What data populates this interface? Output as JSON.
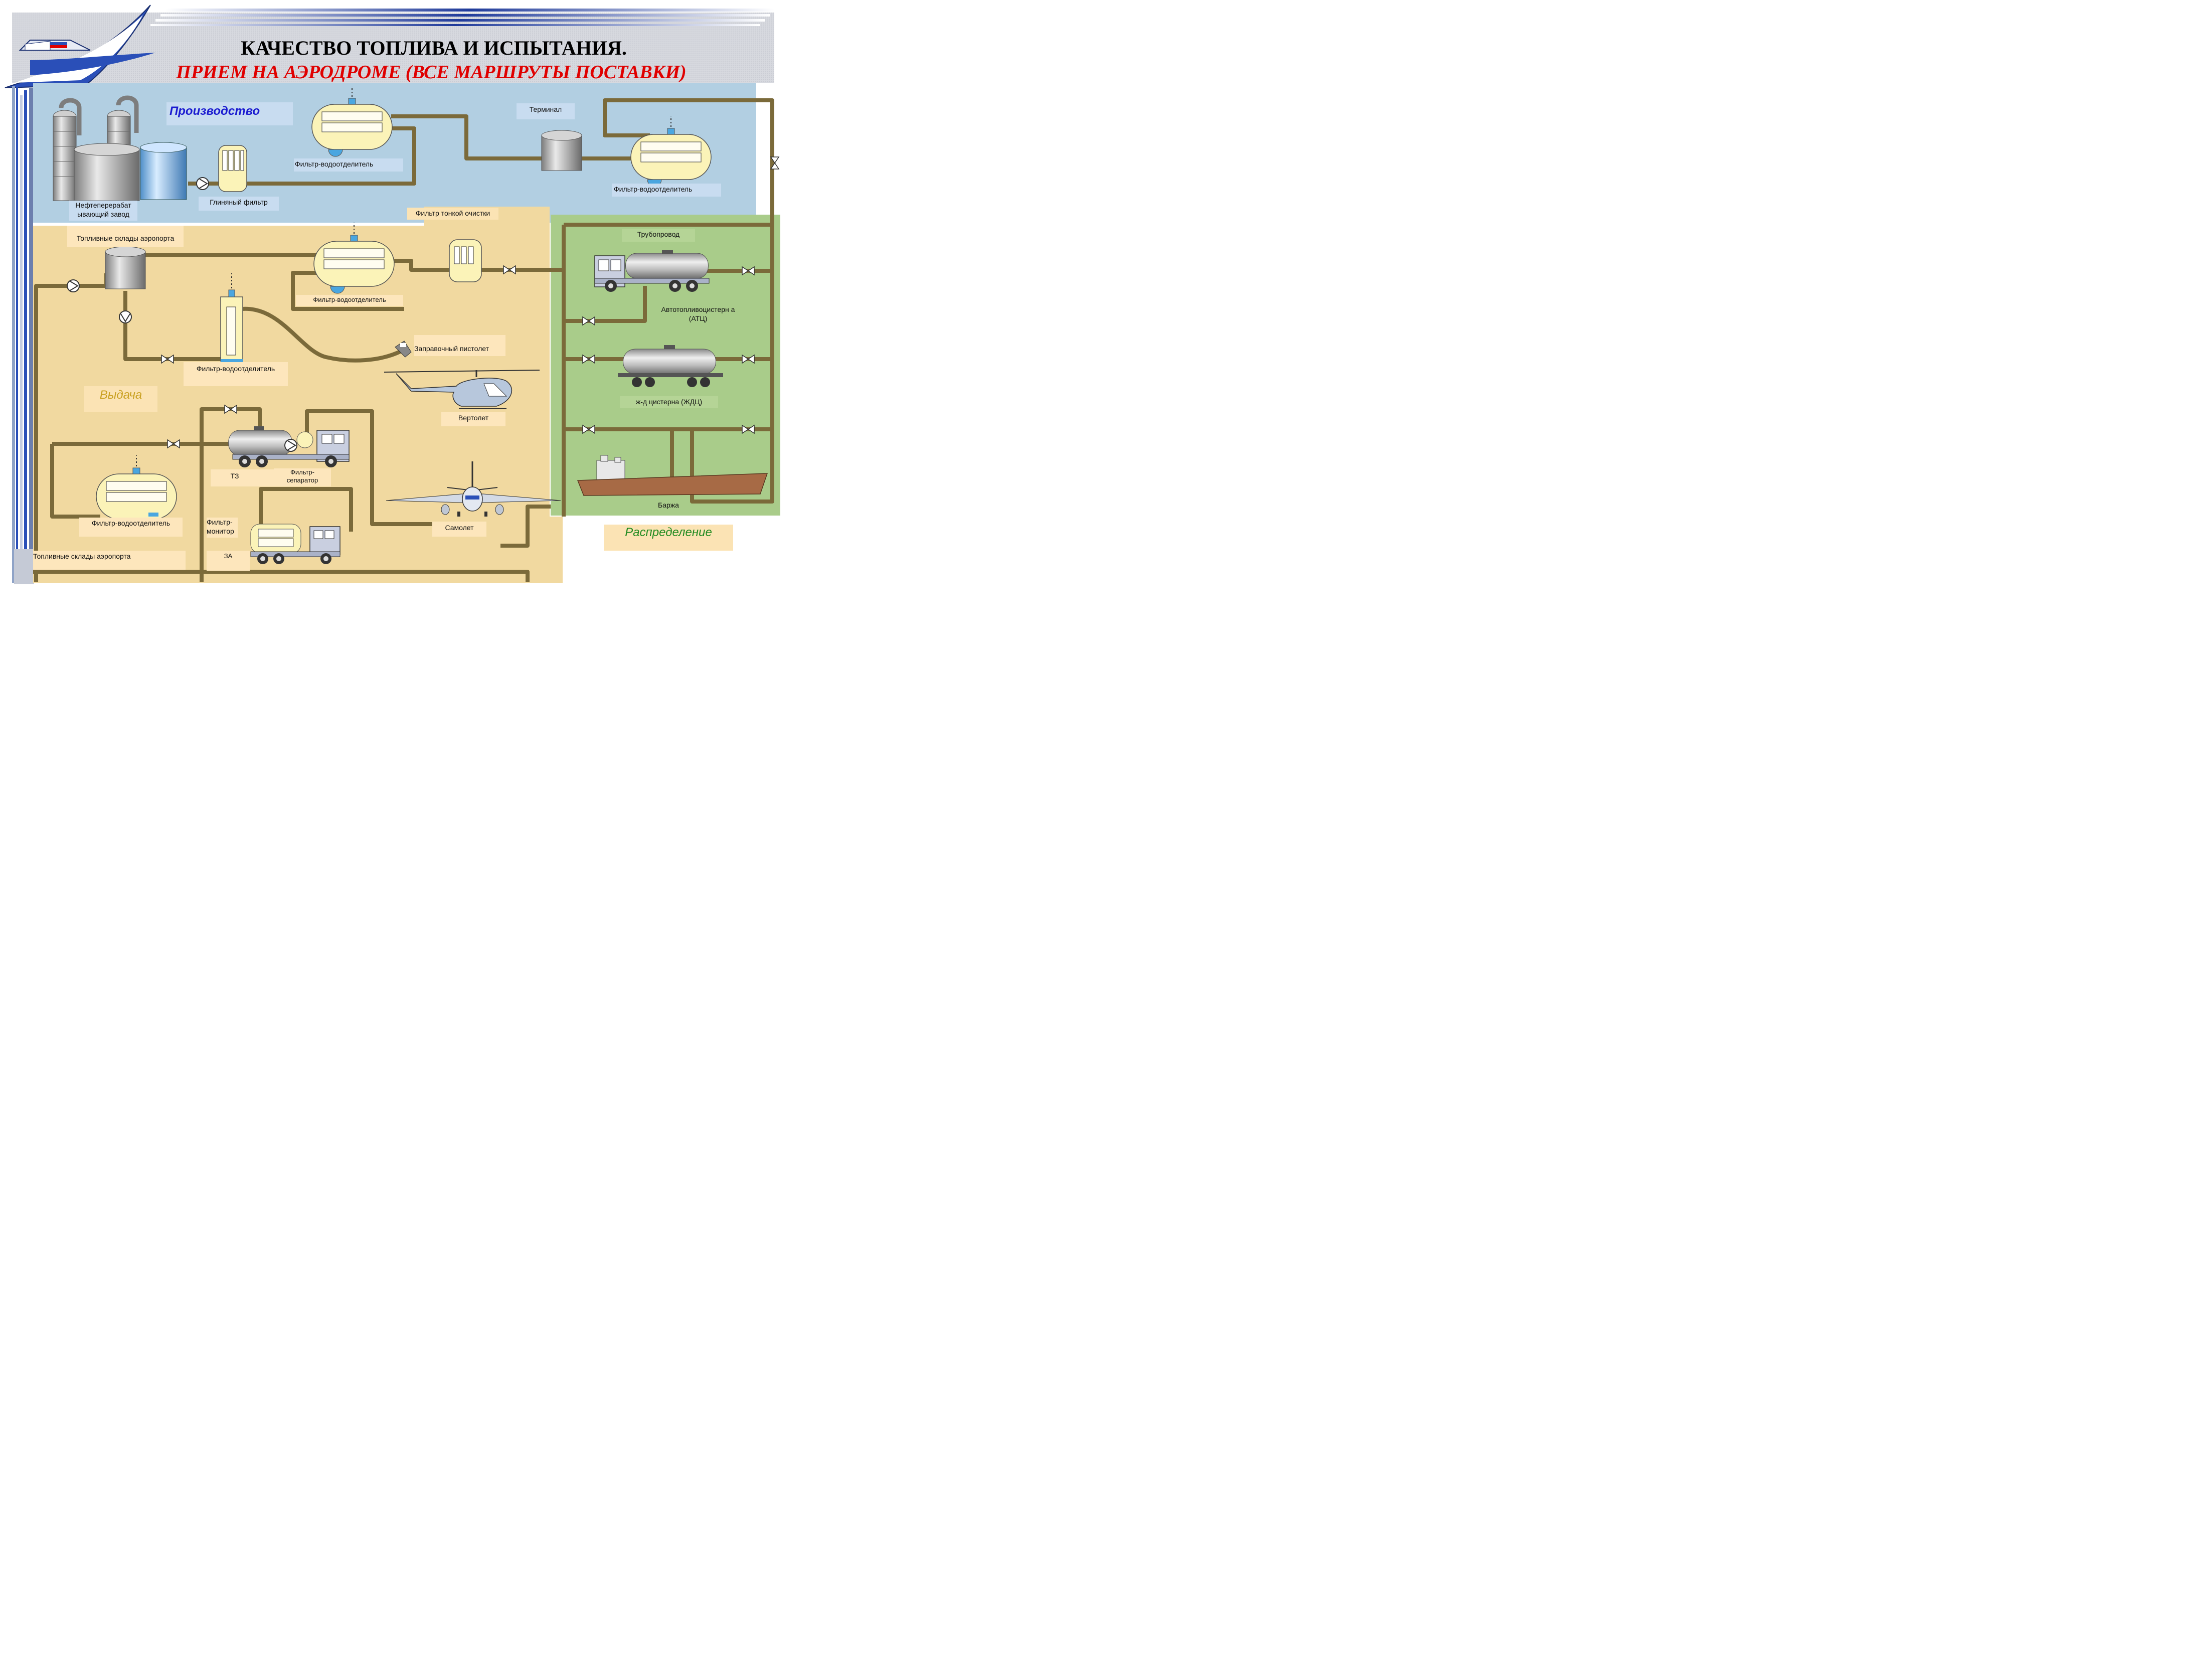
{
  "header": {
    "title": "КАЧЕСТВО ТОПЛИВА И ИСПЫТАНИЯ.",
    "subtitle": "ПРИЕМ НА АЭРОДРОМЕ (ВСЕ МАРШРУТЫ ПОСТАВКИ)",
    "accent_color": "#e00000"
  },
  "sections": {
    "production": "Производство",
    "dispensing": "Выдача",
    "distribution": "Распределение"
  },
  "section_colors": {
    "production": "#b2cfe2",
    "dispensing": "#f1d9a0",
    "distribution": "#a9cc8a"
  },
  "labels": {
    "refinery": "Нефтеперерабат ывающий завод",
    "clay_filter": "Глиняный фильтр",
    "filter_water_sep_1": "Фильтр-водоотделитель",
    "terminal": "Терминал",
    "filter_water_sep_2": "Фильтр-водоотделитель",
    "fine_filter": "Фильтр тонкой очистки",
    "airport_storage_1": "Топливные склады аэропорта",
    "filter_water_sep_3": "Фильтр-водоотделитель",
    "filter_water_sep_4": "Фильтр-водоотделитель",
    "refuel_nozzle": "Заправочный пистолет",
    "helicopter": "Вертолет",
    "pipeline": "Трубопровод",
    "fuel_truck": "Автотопливоцистерн а (АТЦ)",
    "rail_tank": "ж-д цистерна (ЖДЦ)",
    "barge": "Баржа",
    "tz": "ТЗ",
    "filter_separator": "Фильтр- сепаратор",
    "filter_water_sep_5": "Фильтр-водоотделитель",
    "filter_monitor": "Фильтр- монитор",
    "za": "ЗА",
    "airplane": "Самолет",
    "airport_storage_2": "Топливные склады аэропорта"
  },
  "icons": [
    "refinery-icon",
    "storage-tank-icon",
    "pump-icon",
    "clay-filter-icon",
    "filter-water-separator-icon",
    "valve-icon",
    "fuel-truck-icon",
    "rail-tank-car-icon",
    "barge-icon",
    "helicopter-icon",
    "airplane-icon",
    "refuel-nozzle-icon",
    "logo-icon"
  ]
}
